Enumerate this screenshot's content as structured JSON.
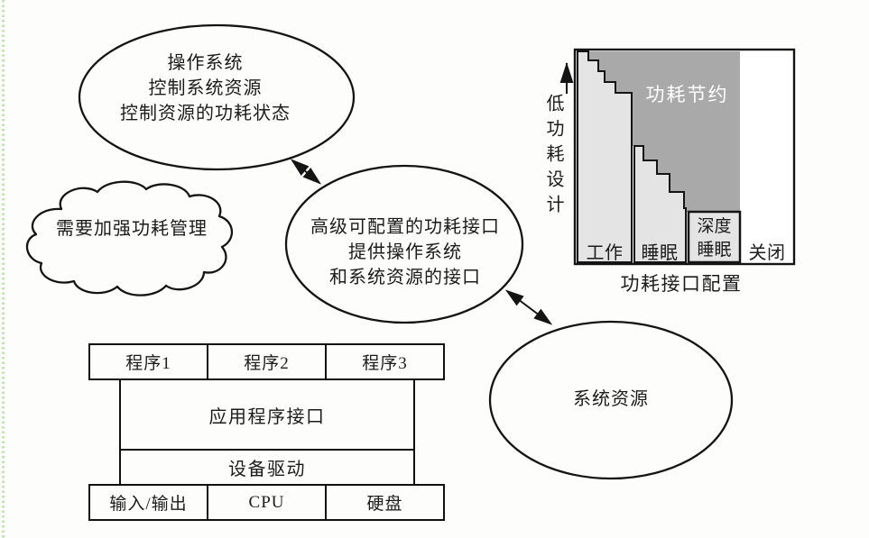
{
  "os_ellipse": {
    "lines": [
      "操作系统",
      "控制系统资源",
      "控制资源的功耗状态"
    ]
  },
  "cloud": {
    "label": "需要加强功耗管理"
  },
  "acpi_ellipse": {
    "lines": [
      "高级可配置的功耗接口",
      "提供操作系统",
      "和系统资源的接口"
    ]
  },
  "resources_ellipse": {
    "label": "系统资源"
  },
  "power_chart": {
    "y_axis_label": "低功耗设计",
    "savings_label": "功耗节约",
    "states": [
      "工作",
      "睡眠",
      "深度睡眠",
      "关闭"
    ],
    "caption": "功耗接口配置",
    "colors": {
      "state_fill": "#e4e4e4",
      "savings_fill": "#a9a9a9",
      "outline": "#141414",
      "box_fill": "#ffffff"
    }
  },
  "stack_diagram": {
    "top_row": [
      "程序1",
      "程序2",
      "程序3"
    ],
    "api_label": "应用程序接口",
    "driver_label": "设备驱动",
    "bottom_row": [
      "输入/输出",
      "CPU",
      "硬盘"
    ]
  },
  "page": {
    "edge_dot_color": "#bde9b0"
  }
}
